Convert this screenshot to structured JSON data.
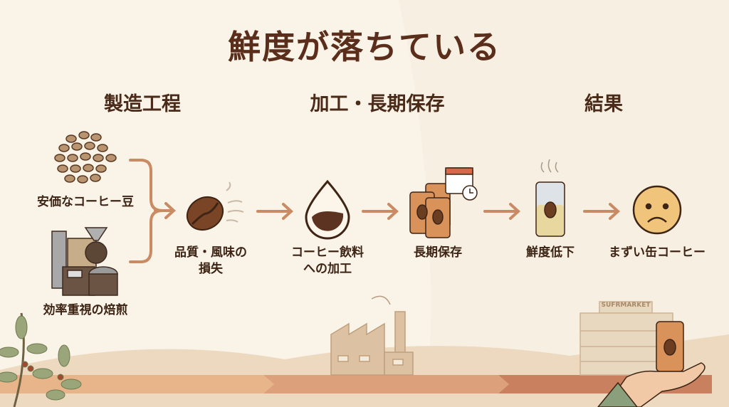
{
  "title": "鮮度が落ちている",
  "sections": [
    "製造工程",
    "加工・長期保存",
    "結果"
  ],
  "steps": {
    "cheap_beans": "安価なコーヒー豆",
    "efficient_roast": "効率重視の焙煎",
    "quality_loss": [
      "品質・風味の",
      "損失"
    ],
    "processing": [
      "コーヒー飲料",
      "への加工"
    ],
    "long_storage": "長期保存",
    "freshness_drop": "鮮度低下",
    "bad_coffee": "まずい缶コーヒー"
  },
  "supermarket_sign": "SUFRMARKET",
  "colors": {
    "accent": "#c98a64",
    "text": "#4a2a18",
    "bean": "#7a4526",
    "can": "#d9925a"
  }
}
